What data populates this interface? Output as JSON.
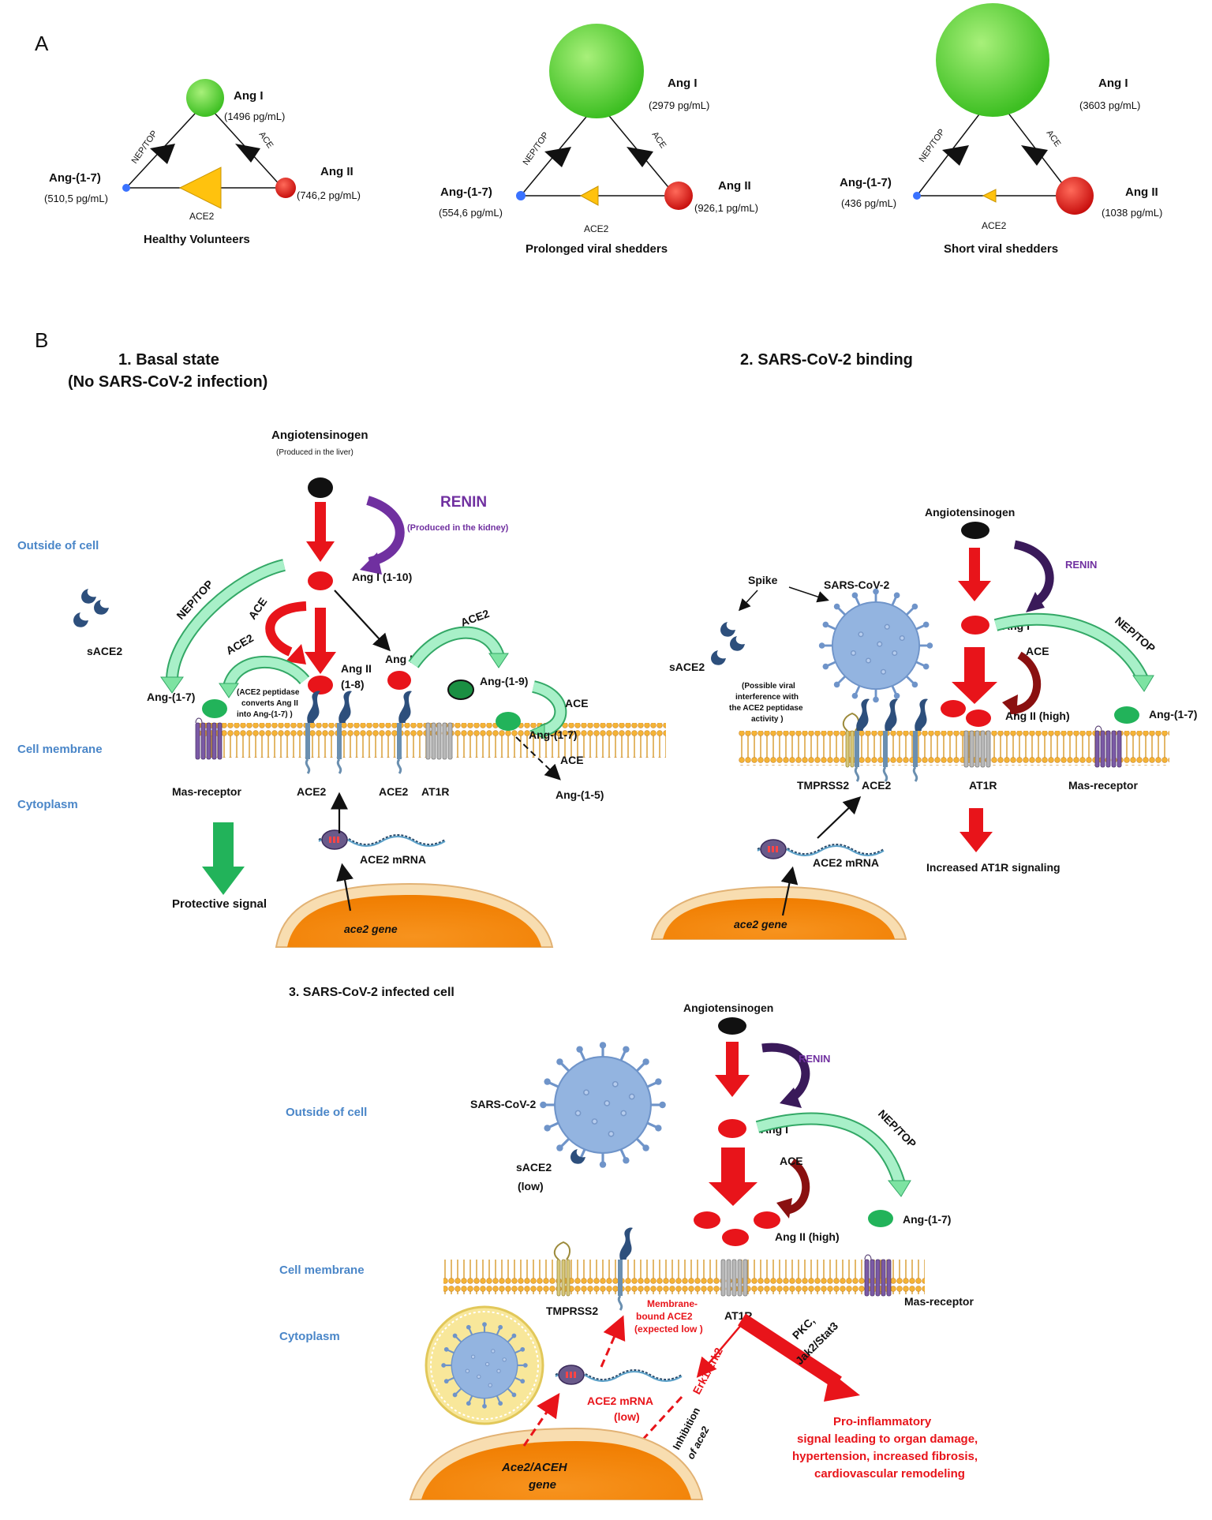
{
  "colors": {
    "ang_i": "#5fd33a",
    "ang_ii": "#e0201f",
    "ang_1_7": "#3a72ff",
    "ace2_triangle": "#ffc20e",
    "membrane": "#f5b335",
    "arrow_red": "#e8141a",
    "arrow_green": "#7de3a2",
    "renin": "#7030a0",
    "location_text": "#4a86c8",
    "virus": "#93b4e0",
    "nucleus": "#f7931e"
  },
  "panel_a": {
    "letter": "A",
    "ang_i": "Ang I",
    "ang_ii": "Ang II",
    "ang_1_7": "Ang-(1-7)",
    "nep_top": "NEP/TOP",
    "ace": "ACE",
    "ace2": "ACE2",
    "groups": [
      {
        "title": "Healthy Volunteers",
        "ang_i_value": "(1496 pg/mL)",
        "ang_ii_value": "(746,2 pg/mL)",
        "ang_1_7_value": "(510,5 pg/mL)"
      },
      {
        "title": "Prolonged viral shedders",
        "ang_i_value": "(2979 pg/mL)",
        "ang_ii_value": "(926,1 pg/mL)",
        "ang_1_7_value": "(554,6 pg/mL)"
      },
      {
        "title": "Short viral shedders",
        "ang_i_value": "(3603 pg/mL)",
        "ang_ii_value": "(1038 pg/mL)",
        "ang_1_7_value": "(436 pg/mL)"
      }
    ]
  },
  "panel_b": {
    "letter": "B",
    "loc": {
      "outside": "Outside of cell",
      "membrane": "Cell membrane",
      "cytoplasm": "Cytoplasm"
    },
    "basal": {
      "title1": "1. Basal state",
      "title2": "(No SARS-CoV-2 infection)",
      "angiotensinogen": "Angiotensinogen",
      "liver": "(Produced in the liver)",
      "renin": "RENIN",
      "kidney": "(Produced in the kidney)",
      "ang_i_1_10": "Ang I (1-10)",
      "ace": "ACE",
      "nep_top": "NEP/TOP",
      "ace2": "ACE2",
      "ang_ii": "Ang II",
      "ang_ii_range": "(1-8)",
      "ang_i": "Ang I",
      "ang_1_9": "Ang-(1-9)",
      "ang_1_7": "Ang-(1-7)",
      "ang_1_5": "Ang-(1-5)",
      "sace2": "sACE2",
      "ace2_note1": "(ACE2 peptidase",
      "ace2_note2": "converts Ang II",
      "ace2_note3": "into Ang-(1-7) )",
      "mas": "Mas-receptor",
      "at1r": "AT1R",
      "ace2_mrna": "ACE2  mRNA",
      "gene": "ace2 gene",
      "protective": "Protective signal"
    },
    "binding": {
      "title": "2. SARS-CoV-2 binding",
      "angiotensinogen": "Angiotensinogen",
      "renin": "RENIN",
      "spike": "Spike",
      "virus": "SARS-CoV-2",
      "sace2": "sACE2",
      "note1": "(Possible viral",
      "note2": "interference  with",
      "note3": "the ACE2 peptidase",
      "note4": "activity )",
      "ang_i": "Ang I",
      "ace": "ACE",
      "ang_ii_high": "Ang II (high)",
      "nep_top": "NEP/TOP",
      "ang_1_7": "Ang-(1-7)",
      "tmprss2": "TMPRSS2",
      "ace2": "ACE2",
      "at1r": "AT1R",
      "mas": "Mas-receptor",
      "ace2_mrna": "ACE2  mRNA",
      "gene": "ace2 gene",
      "increased": "Increased AT1R signaling"
    },
    "infected": {
      "title": "3. SARS-CoV-2 infected cell",
      "angiotensinogen": "Angiotensinogen",
      "renin": "RENIN",
      "virus": "SARS-CoV-2",
      "sace2": "sACE2",
      "low": "(low)",
      "ang_i": "Ang I",
      "ace": "ACE",
      "ang_ii_high": "Ang II (high)",
      "nep_top": "NEP/TOP",
      "ang_1_7": "Ang-(1-7)",
      "tmprss2": "TMPRSS2",
      "membrane_ace2_1": "Membrane-",
      "membrane_ace2_2": "bound ACE2",
      "membrane_ace2_3": "(expected low )",
      "at1r": "AT1R",
      "mas": "Mas-receptor",
      "pkc": "PKC,",
      "jak": "Jak2/Stat3",
      "erk": "Erk1/Erk2",
      "inhibition1": "Inhibition",
      "inhibition2": "of ace2",
      "ace2_mrna": "ACE2  mRNA",
      "mrna_low": "(low)",
      "gene1": "Ace2/ACEH",
      "gene2": "gene",
      "outcome1": "Pro-inflammatory",
      "outcome2": "signal leading to organ damage,",
      "outcome3": "hypertension, increased fibrosis,",
      "outcome4": "cardiovascular remodeling"
    }
  }
}
